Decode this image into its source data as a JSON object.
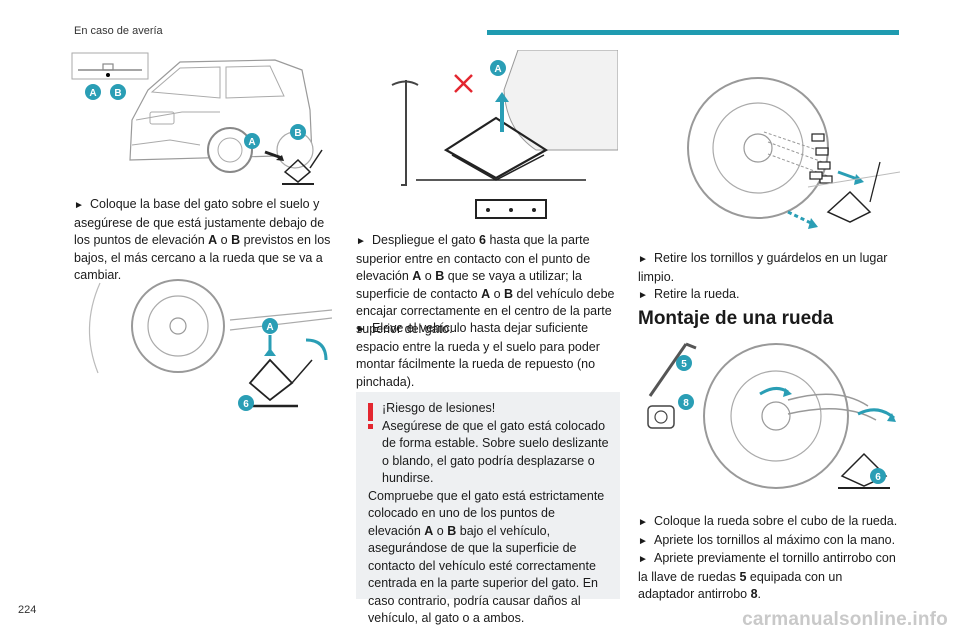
{
  "header": {
    "section": "En caso de avería",
    "accent_color": "#1f9bb0"
  },
  "badge_color": "#2a9eb5",
  "labels": {
    "a": "A",
    "b": "B",
    "n5": "5",
    "n6": "6",
    "n8": "8"
  },
  "col1": {
    "p1": {
      "pre": "Coloque la base del gato sobre el suelo y asegúrese de que está justamente debajo de los puntos de elevación ",
      "k1": "A",
      "mid": " o ",
      "k2": "B",
      "post": " previstos en los bajos, el más cercano a la rueda que se va a cambiar."
    }
  },
  "col2": {
    "p1": {
      "pre": "Despliegue el gato ",
      "k1": "6",
      "mid": " hasta que la parte superior entre en contacto con el punto de elevación ",
      "k2": "A",
      "mid2": " o ",
      "k3": "B",
      "mid3": " que se vaya a utilizar; la superficie de contacto ",
      "k4": "A",
      "mid4": " o ",
      "k5": "B",
      "post": " del vehículo debe encajar correctamente en el centro de la parte superior del gato."
    },
    "p2": "Eleve el vehículo hasta dejar suficiente espacio entre la rueda y el suelo para poder montar fácilmente la rueda de repuesto (no pinchada).",
    "warning": {
      "title": "¡Riesgo de lesiones!",
      "line1": "Asegúrese de que el gato está colocado de forma estable. Sobre suelo deslizante o blando, el gato podría desplazarse o hundirse.",
      "line2_pre": "Compruebe que el gato está estrictamente colocado en uno de los puntos de elevación ",
      "k1": "A",
      "mid": " o ",
      "k2": "B",
      "line2_post": " bajo el vehículo, asegurándose de que la superficie de contacto del vehículo esté correctamente centrada en la parte superior del gato. En caso contrario, podría causar daños al vehículo, al gato o a ambos.",
      "icon_color": "#e3262f"
    }
  },
  "col3": {
    "p1": "Retire los tornillos y guárdelos en un lugar limpio.",
    "p2": "Retire la rueda.",
    "section_title": "Montaje de una rueda",
    "p3": "Coloque la rueda sobre el cubo de la rueda.",
    "p4": "Apriete los tornillos al máximo con la mano.",
    "p5": {
      "pre": "Apriete previamente el tornillo antirrobo con la llave de ruedas ",
      "k1": "5",
      "mid": " equipada con un adaptador antirrobo ",
      "k2": "8",
      "post": "."
    }
  },
  "bullet": "►",
  "footer": {
    "page_number": "224",
    "watermark": "carmanualsonline.info"
  }
}
